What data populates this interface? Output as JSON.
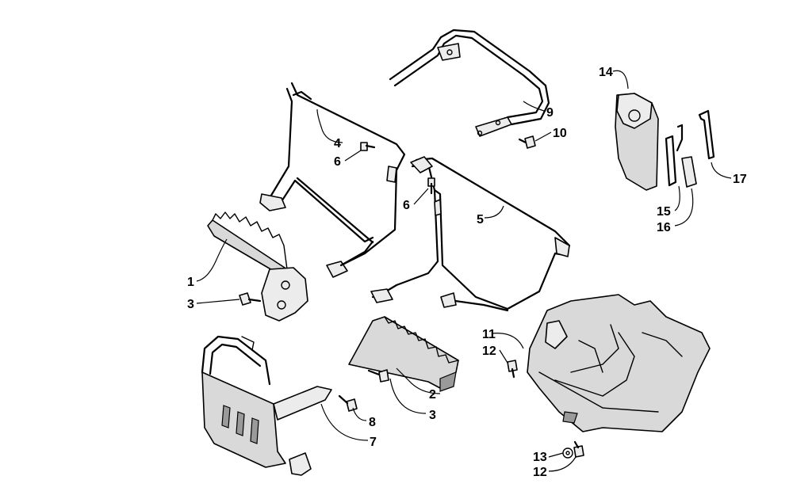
{
  "diagram": {
    "callouts": [
      {
        "id": "c1",
        "text": "1"
      },
      {
        "id": "c2",
        "text": "2"
      },
      {
        "id": "c3a",
        "text": "3"
      },
      {
        "id": "c3b",
        "text": "3"
      },
      {
        "id": "c4",
        "text": "4"
      },
      {
        "id": "c5",
        "text": "5"
      },
      {
        "id": "c6a",
        "text": "6"
      },
      {
        "id": "c6b",
        "text": "6"
      },
      {
        "id": "c7",
        "text": "7"
      },
      {
        "id": "c8",
        "text": "8"
      },
      {
        "id": "c9",
        "text": "9"
      },
      {
        "id": "c10",
        "text": "10"
      },
      {
        "id": "c11",
        "text": "11"
      },
      {
        "id": "c12a",
        "text": "12"
      },
      {
        "id": "c12b",
        "text": "12"
      },
      {
        "id": "c13",
        "text": "13"
      },
      {
        "id": "c14",
        "text": "14"
      },
      {
        "id": "c15",
        "text": "15"
      },
      {
        "id": "c16",
        "text": "16"
      },
      {
        "id": "c17",
        "text": "17"
      }
    ]
  }
}
